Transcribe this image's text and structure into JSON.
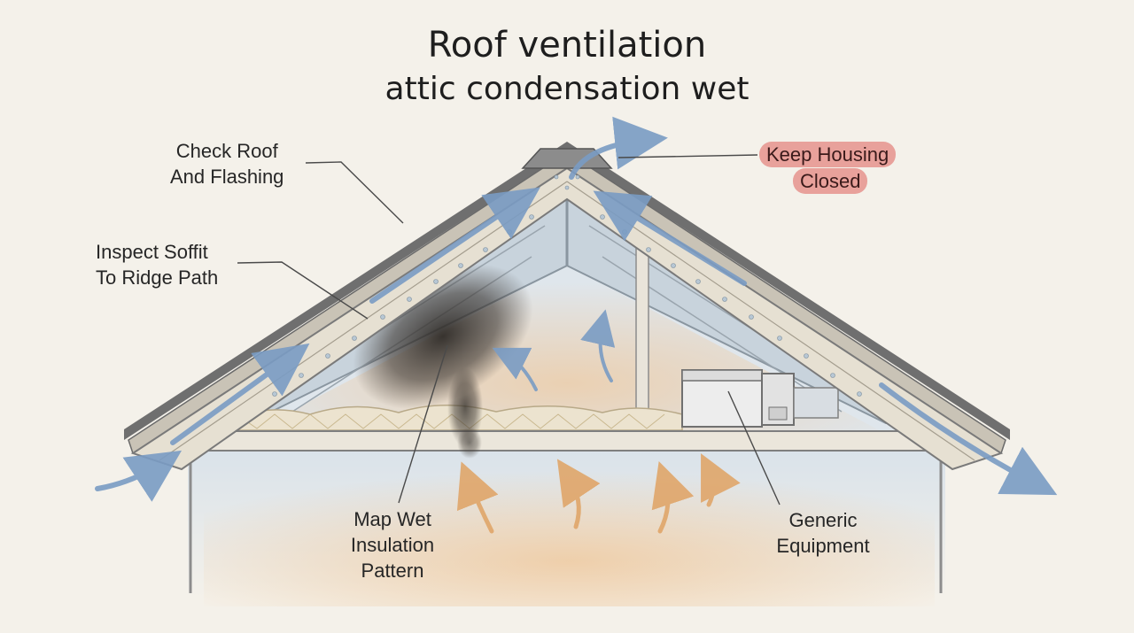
{
  "title_line1": "Roof ventilation",
  "title_line2": "attic condensation wet",
  "callouts": {
    "check_roof": "Check Roof\nAnd Flashing",
    "inspect_soffit": "Inspect Soffit\nTo Ridge Path",
    "keep_housing_line1": "Keep Housing",
    "keep_housing_line2": "Closed",
    "map_wet": "Map Wet\nInsulation\nPattern",
    "generic_equipment": "Generic\nEquipment"
  },
  "colors": {
    "airflow": "#7a9cc4",
    "warm_moisture": "#e0a66a",
    "highlight_badge": "#e8a19b",
    "mold": "#2e2a26"
  }
}
